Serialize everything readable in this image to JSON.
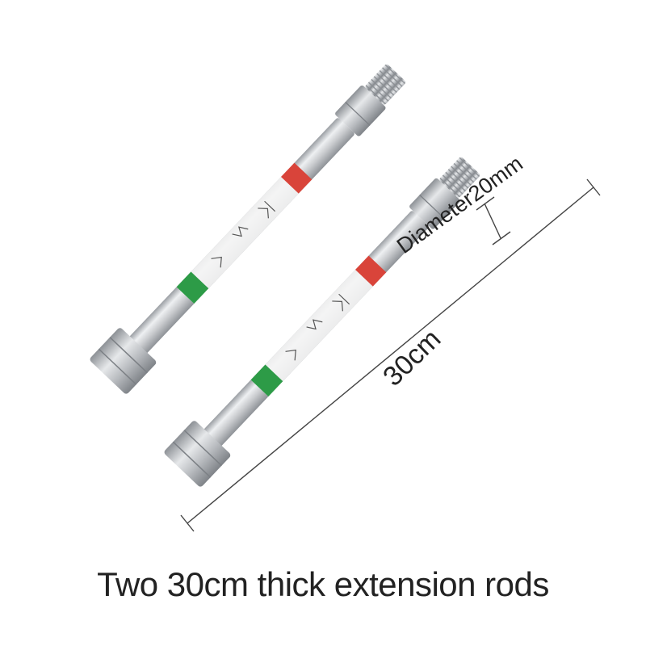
{
  "caption": "Two 30cm thick extension rods",
  "annotations": {
    "diameter": "Diameter20mm",
    "length": "30cm"
  },
  "colors": {
    "rod_body": "#c9cbce",
    "rod_highlight": "#eef0f2",
    "nut": "#b9bcc0",
    "label_red": "#d9443a",
    "label_green": "#2d9b47",
    "text": "#222222"
  }
}
